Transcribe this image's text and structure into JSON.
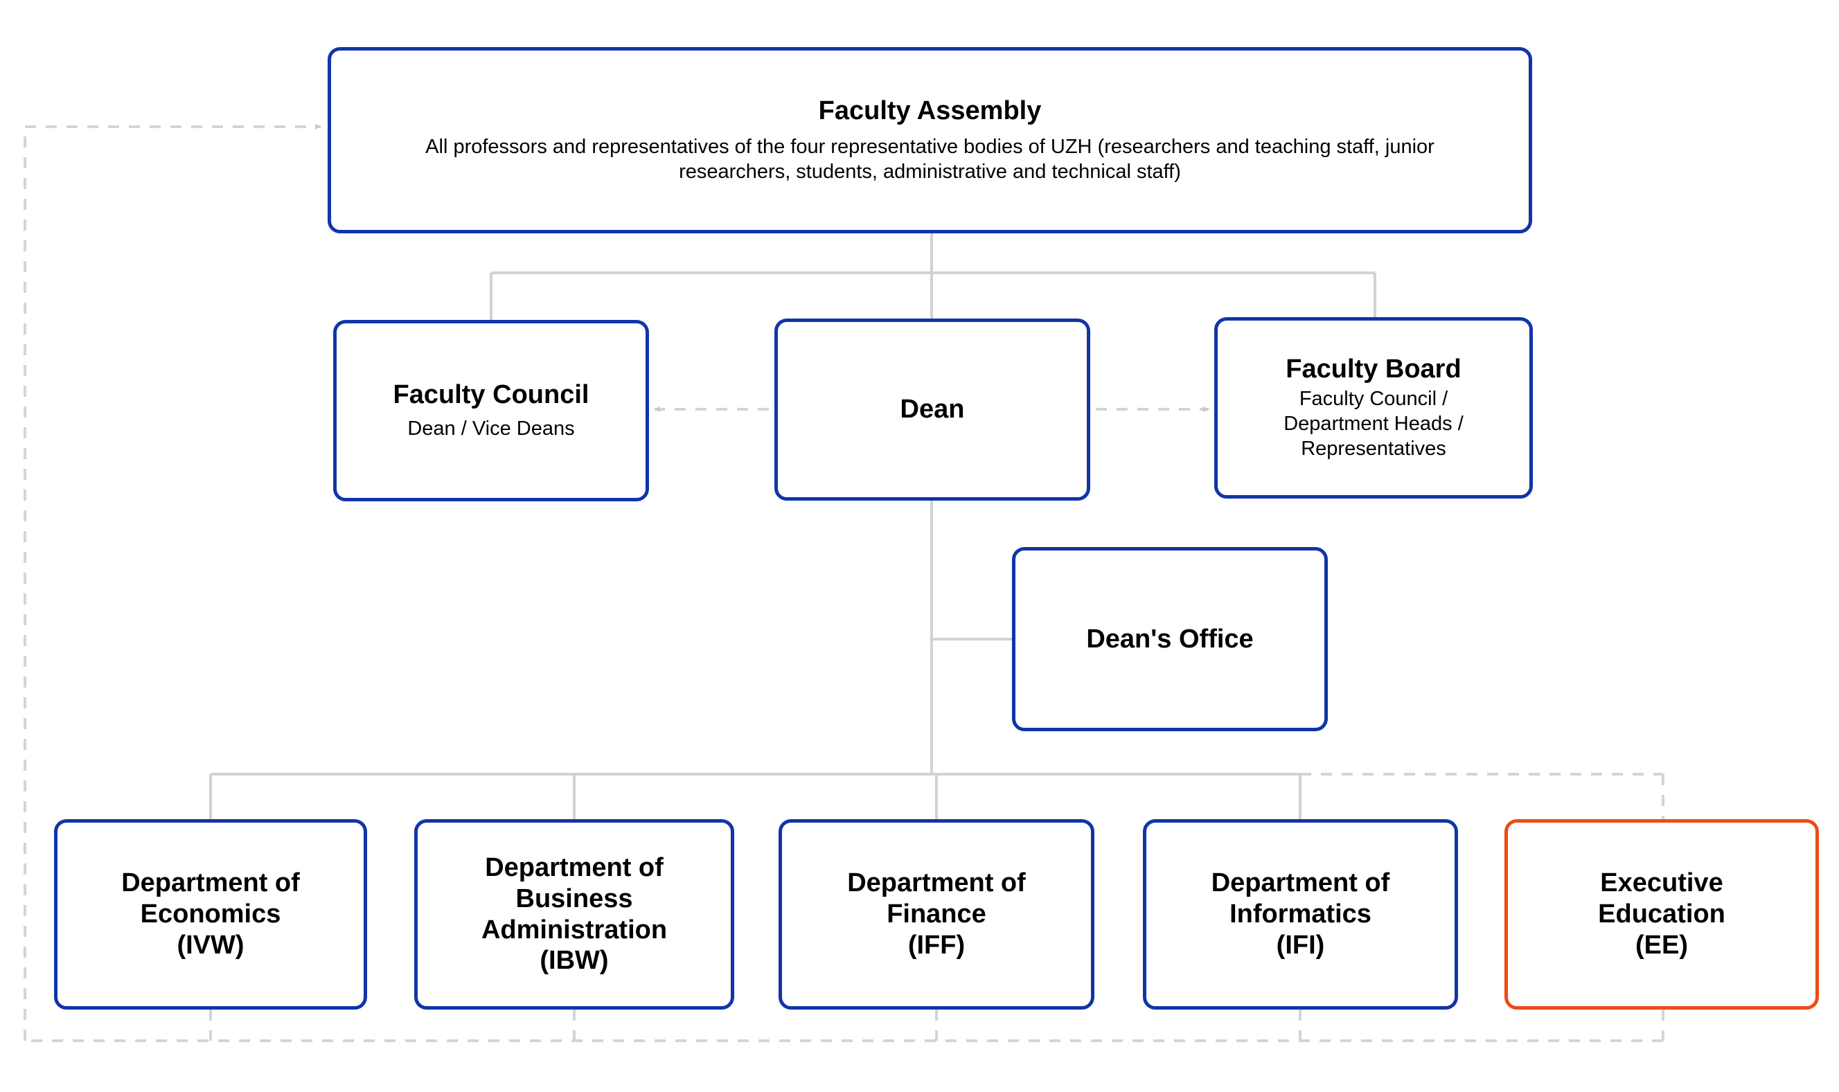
{
  "chart_data": {
    "type": "diagram",
    "title": "Faculty Organizational Structure",
    "nodes": [
      {
        "id": "faculty_assembly",
        "title": "Faculty Assembly",
        "subtitle": "All professors and representatives of the four representative bodies of UZH (researchers and teaching staff, junior researchers, students, administrative and technical staff)",
        "color": "#1135a8",
        "level": 0
      },
      {
        "id": "faculty_council",
        "title": "Faculty Council",
        "subtitle": "Dean / Vice Deans",
        "color": "#1135a8",
        "level": 1
      },
      {
        "id": "dean",
        "title": "Dean",
        "subtitle": "",
        "color": "#1135a8",
        "level": 1
      },
      {
        "id": "faculty_board",
        "title": "Faculty Board",
        "subtitle": "Faculty Council / Department Heads / Representatives",
        "color": "#1135a8",
        "level": 1
      },
      {
        "id": "deans_office",
        "title": "Dean's Office",
        "subtitle": "",
        "color": "#1135a8",
        "level": 2
      },
      {
        "id": "ivw",
        "title": "Department of Economics (IVW)",
        "subtitle": "",
        "color": "#1135a8",
        "level": 3
      },
      {
        "id": "ibw",
        "title": "Department of Business Administration (IBW)",
        "subtitle": "",
        "color": "#1135a8",
        "level": 3
      },
      {
        "id": "iff",
        "title": "Department of Finance (IFF)",
        "subtitle": "",
        "color": "#1135a8",
        "level": 3
      },
      {
        "id": "ifi",
        "title": "Department of Informatics (IFI)",
        "subtitle": "",
        "color": "#1135a8",
        "level": 3
      },
      {
        "id": "ee",
        "title": "Executive Education (EE)",
        "subtitle": "",
        "color": "#ef4b16",
        "level": 3
      }
    ],
    "edges": [
      {
        "from": "faculty_assembly",
        "to": "faculty_council",
        "style": "solid"
      },
      {
        "from": "faculty_assembly",
        "to": "dean",
        "style": "solid"
      },
      {
        "from": "faculty_assembly",
        "to": "faculty_board",
        "style": "solid"
      },
      {
        "from": "dean",
        "to": "faculty_council",
        "style": "dashed",
        "arrow": true
      },
      {
        "from": "dean",
        "to": "faculty_board",
        "style": "dashed",
        "arrow": true
      },
      {
        "from": "dean",
        "to": "deans_office",
        "style": "solid"
      },
      {
        "from": "dean",
        "to": "ivw",
        "style": "solid"
      },
      {
        "from": "dean",
        "to": "ibw",
        "style": "solid"
      },
      {
        "from": "dean",
        "to": "iff",
        "style": "solid"
      },
      {
        "from": "dean",
        "to": "ifi",
        "style": "solid"
      },
      {
        "from": "dean",
        "to": "ee",
        "style": "dashed"
      },
      {
        "from": "departments",
        "to": "faculty_assembly",
        "style": "dashed",
        "arrow": true
      }
    ],
    "colors": {
      "node_border_primary": "#1135a8",
      "node_border_accent": "#ef4b16",
      "connector_solid": "#d0d0d0",
      "connector_dashed": "#d4d4d4",
      "text": "#000000",
      "background": "#ffffff"
    }
  },
  "nodes": {
    "faculty_assembly": {
      "title": "Faculty Assembly",
      "subtitle": "All professors and representatives of the four representative bodies of UZH (researchers and teaching staff, junior researchers, students, administrative and technical staff)"
    },
    "faculty_council": {
      "title": "Faculty Council",
      "subtitle": "Dean / Vice Deans"
    },
    "dean": {
      "title": "Dean"
    },
    "faculty_board": {
      "title": "Faculty Board",
      "subtitle": "Faculty Council /\nDepartment Heads /\nRepresentatives",
      "subtitle_line1": "Faculty Council /",
      "subtitle_line2": "Department Heads /",
      "subtitle_line3": "Representatives"
    },
    "deans_office": {
      "title": "Dean's Office"
    },
    "ivw": {
      "line1": "Department of",
      "line2": "Economics",
      "line3": "(IVW)"
    },
    "ibw": {
      "line1": "Department of",
      "line2": "Business",
      "line3": "Administration",
      "line4": "(IBW)"
    },
    "iff": {
      "line1": "Department of",
      "line2": "Finance",
      "line3": "(IFF)"
    },
    "ifi": {
      "line1": "Department of",
      "line2": "Informatics",
      "line3": "(IFI)"
    },
    "ee": {
      "line1": "Executive",
      "line2": "Education",
      "line3": "(EE)"
    }
  }
}
